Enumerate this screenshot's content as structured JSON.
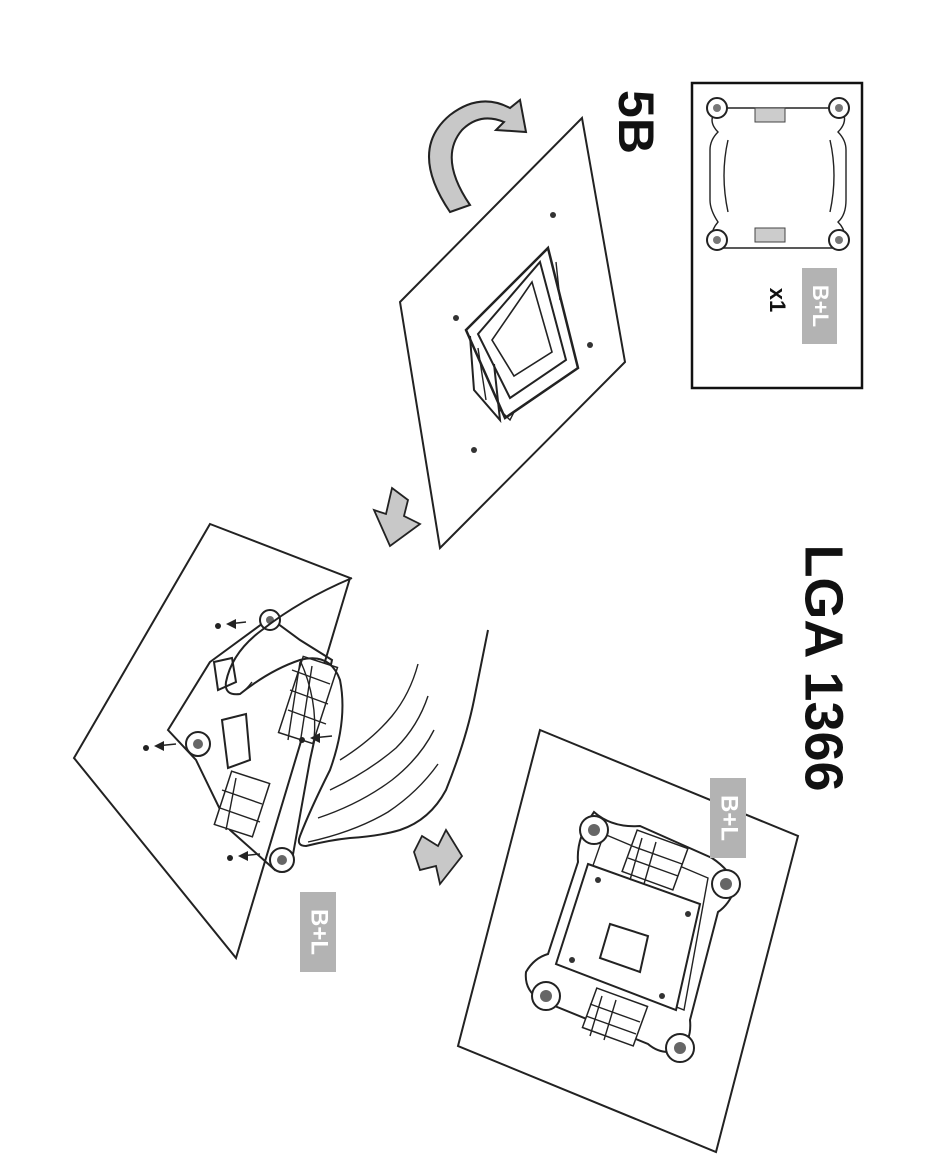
{
  "diagram": {
    "step_label": "5B",
    "socket_label": "LGA 1366",
    "part_tag": "B+L",
    "quantity": "x1",
    "colors": {
      "ink": "#222222",
      "tag_bg": "#b3b3b3",
      "tag_text": "#ffffff",
      "arrow_fill": "#c8c8c8"
    },
    "icons": [
      "curved-flip-arrow-icon",
      "down-arrow-icon",
      "screw-arrow-icon"
    ]
  }
}
